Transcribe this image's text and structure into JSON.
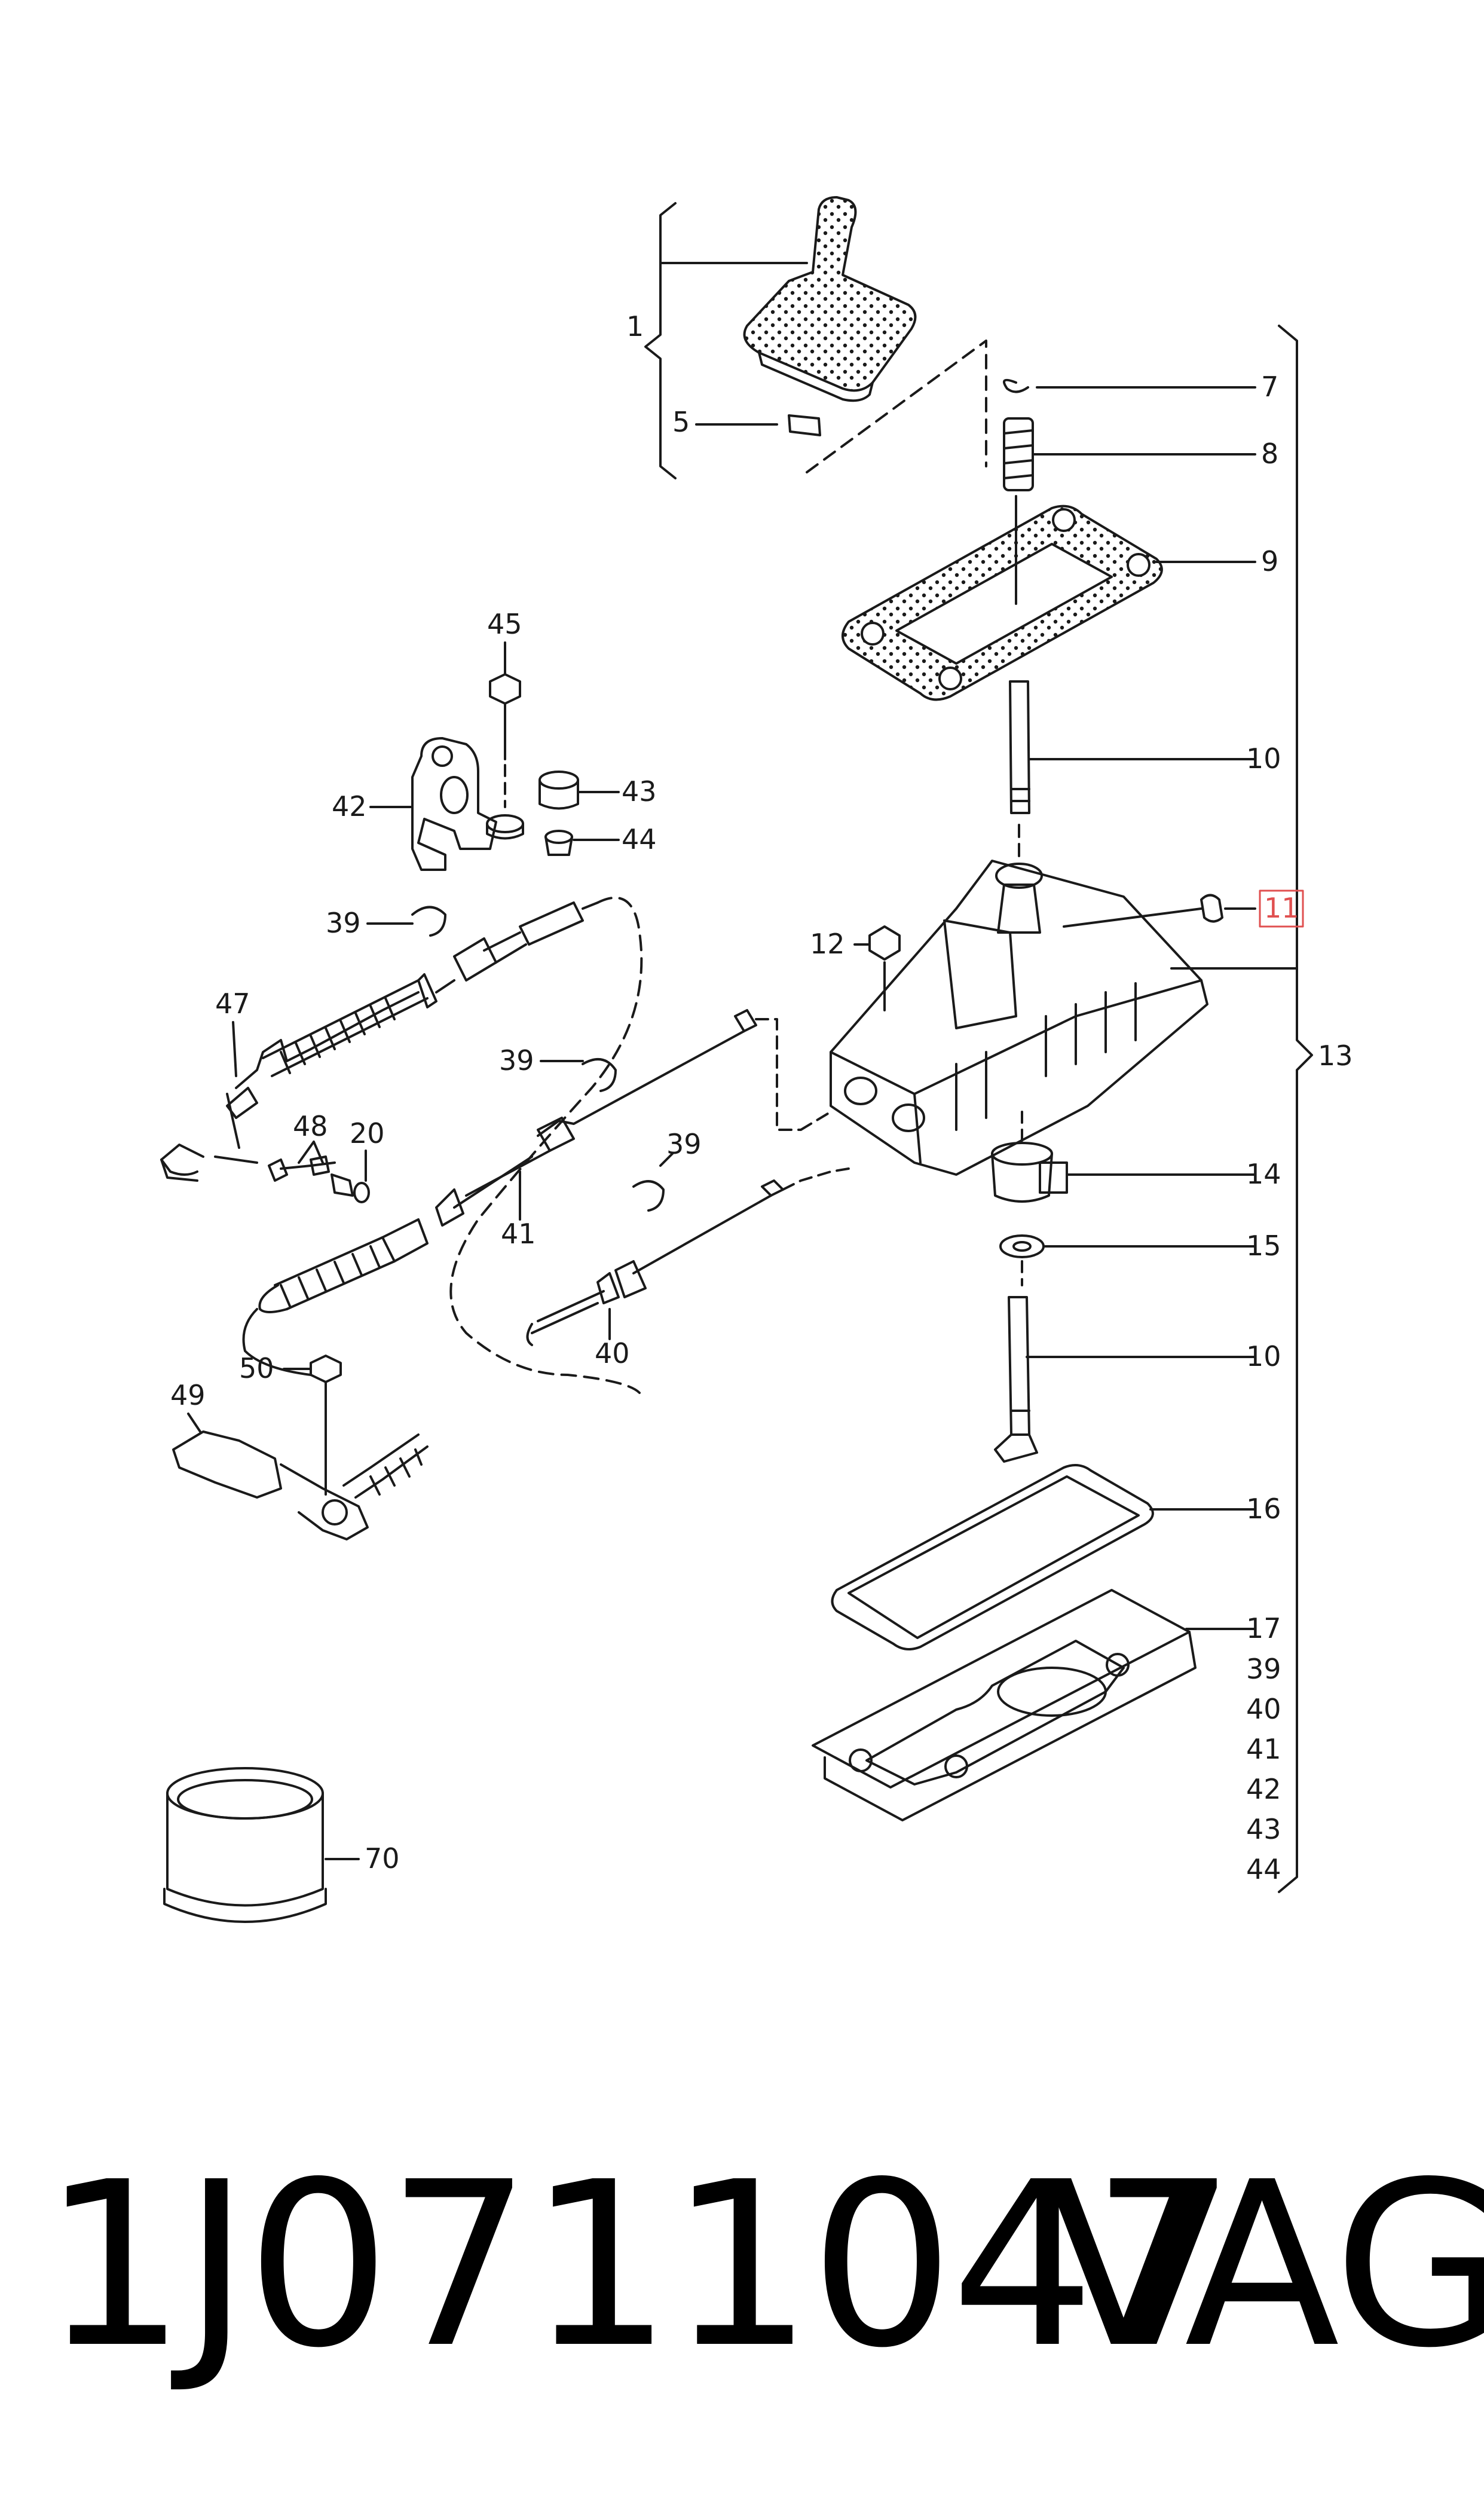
{
  "diagram": {
    "callouts": {
      "c1": "1",
      "c5": "5",
      "c7": "7",
      "c8": "8",
      "c9": "9",
      "c10a": "10",
      "c11": "11",
      "c12": "12",
      "c13": "13",
      "c14": "14",
      "c15": "15",
      "c10b": "10",
      "c16": "16",
      "c17": "17",
      "s39": "39",
      "s40": "40",
      "s41": "41",
      "s42": "42",
      "s43": "43",
      "s44": "44",
      "c45": "45",
      "c42": "42",
      "c43": "43",
      "c44": "44",
      "c39a": "39",
      "c47": "47",
      "c48": "48",
      "c20": "20",
      "c39b": "39",
      "c41": "41",
      "c39c": "39",
      "c40": "40",
      "c49": "49",
      "c50": "50",
      "c70": "70"
    },
    "highlight_color": "#e05050",
    "line_color": "#1a1a1a"
  },
  "footer": {
    "part_number": "1J0711047",
    "brand": "VAG"
  }
}
